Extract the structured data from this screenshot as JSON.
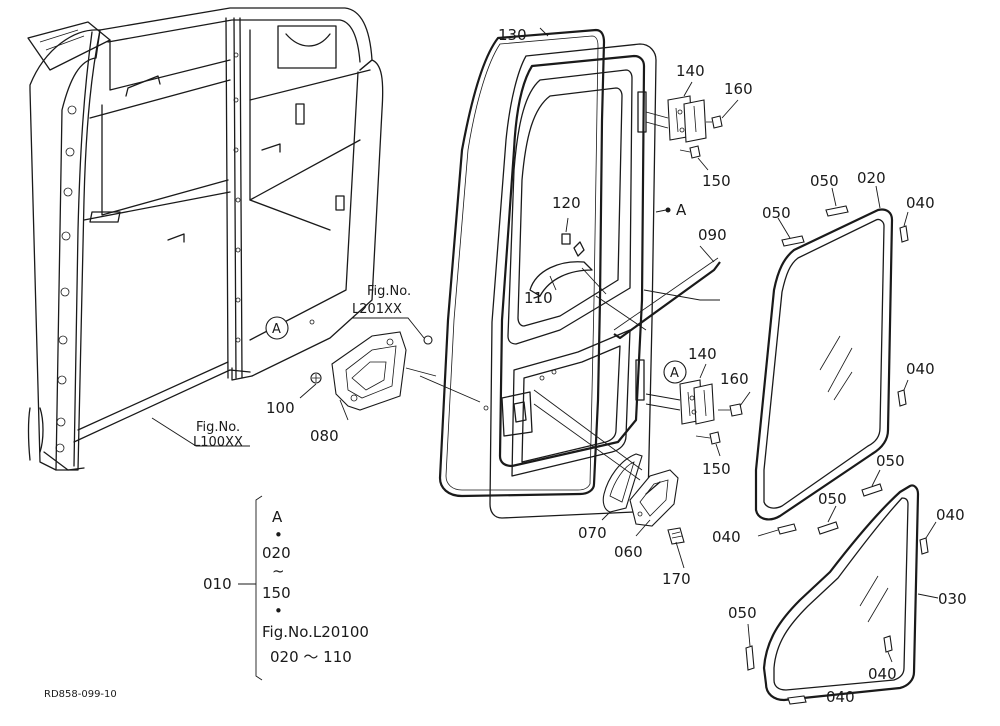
{
  "part_labels": {
    "p010": "010",
    "p020": "020",
    "p030": "030",
    "p040": "040",
    "p050": "050",
    "p060": "060",
    "p070": "070",
    "p080": "080",
    "p090": "090",
    "p100": "100",
    "p110": "110",
    "p120": "120",
    "p130": "130",
    "p140": "140",
    "p150": "150",
    "p160": "160",
    "p170": "170"
  },
  "markers": {
    "a": "A"
  },
  "fig_refs": {
    "upper_line1": "Fig.No.",
    "upper_line2": "L201XX",
    "lower_line1": "Fig.No.",
    "lower_line2": "L100XX"
  },
  "assembly_legend": {
    "line1": "A",
    "dot": "•",
    "line2": "020",
    "tilde": "~",
    "line3": "150",
    "line4": "Fig.No.L20100",
    "line5": "020 ～ 110"
  },
  "drawing_code": "RD858-099-10"
}
